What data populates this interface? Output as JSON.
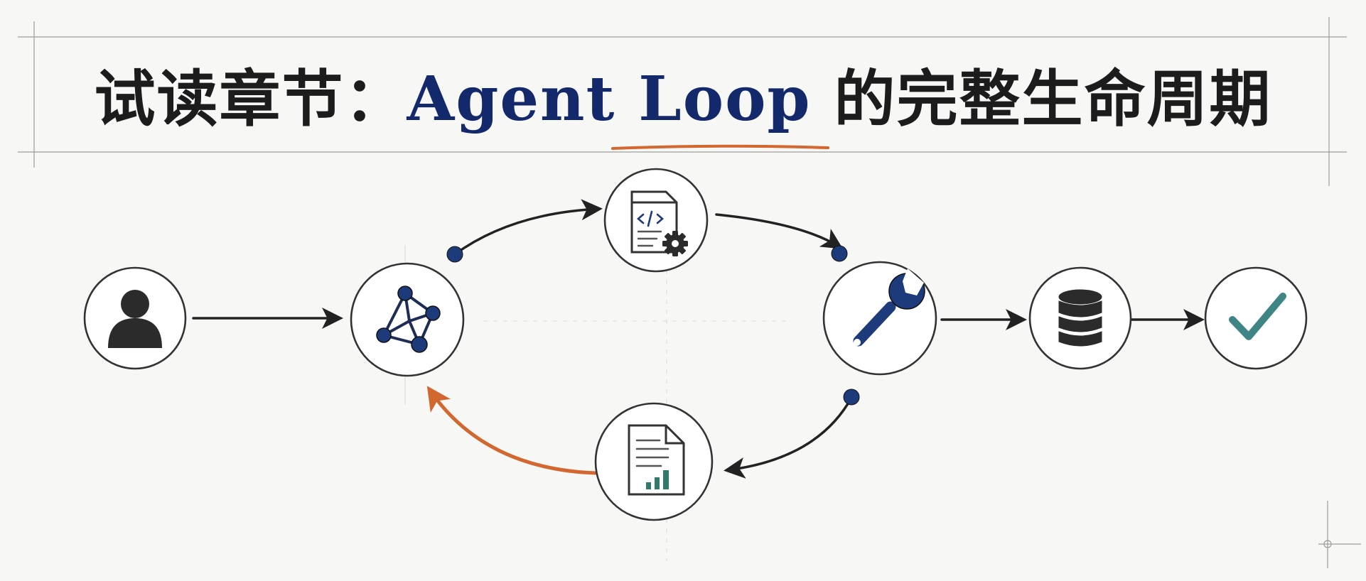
{
  "title": {
    "prefix": "试读章节：",
    "accent": "Agent Loop",
    "suffix": " 的完整生命周期"
  },
  "colors": {
    "ink": "#222222",
    "accent_blue": "#14296b",
    "node_blue": "#1d3a7a",
    "loop_orange": "#d2672f",
    "check_teal": "#3f8585",
    "chart_green": "#2f7a6a"
  },
  "nodes": [
    {
      "id": "user",
      "icon": "user-icon"
    },
    {
      "id": "agent",
      "icon": "network-graph-icon"
    },
    {
      "id": "code",
      "icon": "code-file-gear-icon"
    },
    {
      "id": "tool",
      "icon": "wrench-icon"
    },
    {
      "id": "storage",
      "icon": "database-icon"
    },
    {
      "id": "done",
      "icon": "checkmark-icon"
    },
    {
      "id": "report",
      "icon": "report-chart-icon"
    }
  ]
}
